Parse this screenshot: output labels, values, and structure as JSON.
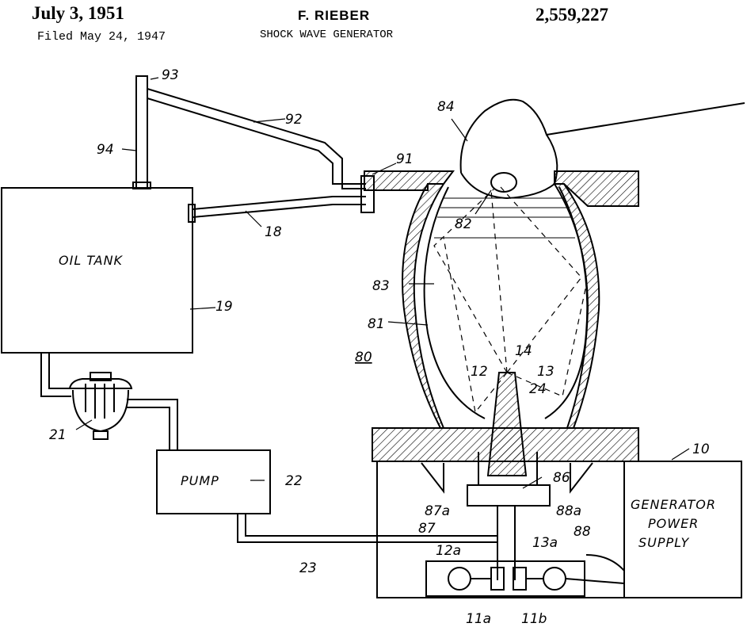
{
  "header": {
    "date": "July 3, 1951",
    "filed": "Filed May 24, 1947",
    "inventor": "F. RIEBER",
    "title": "SHOCK WAVE GENERATOR",
    "patent_number": "2,559,227"
  },
  "boxes": {
    "oil_tank": "OIL TANK",
    "pump": "PUMP",
    "power_line1": "GENERATOR",
    "power_line2": "POWER",
    "power_line3": "SUPPLY"
  },
  "refs": {
    "r93": "93",
    "r92": "92",
    "r94": "94",
    "r91": "91",
    "r18": "18",
    "r84": "84",
    "r82": "82",
    "r83": "83",
    "r81": "81",
    "r80": "80",
    "r19": "19",
    "r14": "14",
    "r12": "12",
    "r13": "13",
    "r24": "24",
    "r21": "21",
    "r22": "22",
    "r10": "10",
    "r86": "86",
    "r87a": "87a",
    "r88a": "88a",
    "r87": "87",
    "r88": "88",
    "r12a": "12a",
    "r13a": "13a",
    "r23": "23",
    "r11a": "11a",
    "r11b": "11b"
  }
}
